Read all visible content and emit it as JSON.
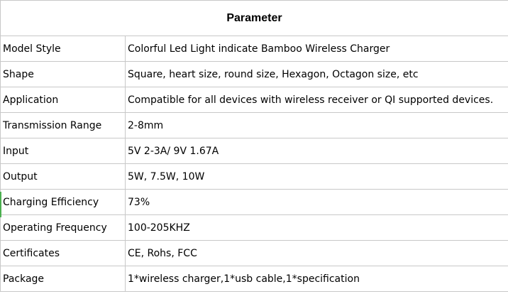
{
  "table": {
    "header": "Parameter",
    "accent_color": "#4caf50",
    "rows": [
      {
        "label": "Model Style",
        "value": "Colorful Led Light indicate Bamboo Wireless Charger"
      },
      {
        "label": "Shape",
        "value": "Square, heart size, round size, Hexagon, Octagon size, etc"
      },
      {
        "label": "Application",
        "value": "Compatible for all devices with wireless receiver or QI supported devices."
      },
      {
        "label": "Transmission Range",
        "value": "2-8mm"
      },
      {
        "label": "Input",
        "value": "5V 2-3A/ 9V 1.67A"
      },
      {
        "label": "Output",
        "value": "5W, 7.5W, 10W"
      },
      {
        "label": "Charging Efficiency",
        "value": "73%"
      },
      {
        "label": "Operating Frequency",
        "value": "100-205KHZ"
      },
      {
        "label": "Certificates",
        "value": "CE, Rohs, FCC"
      },
      {
        "label": "Package",
        "value": "1*wireless charger,1*usb cable,1*specification"
      }
    ]
  }
}
